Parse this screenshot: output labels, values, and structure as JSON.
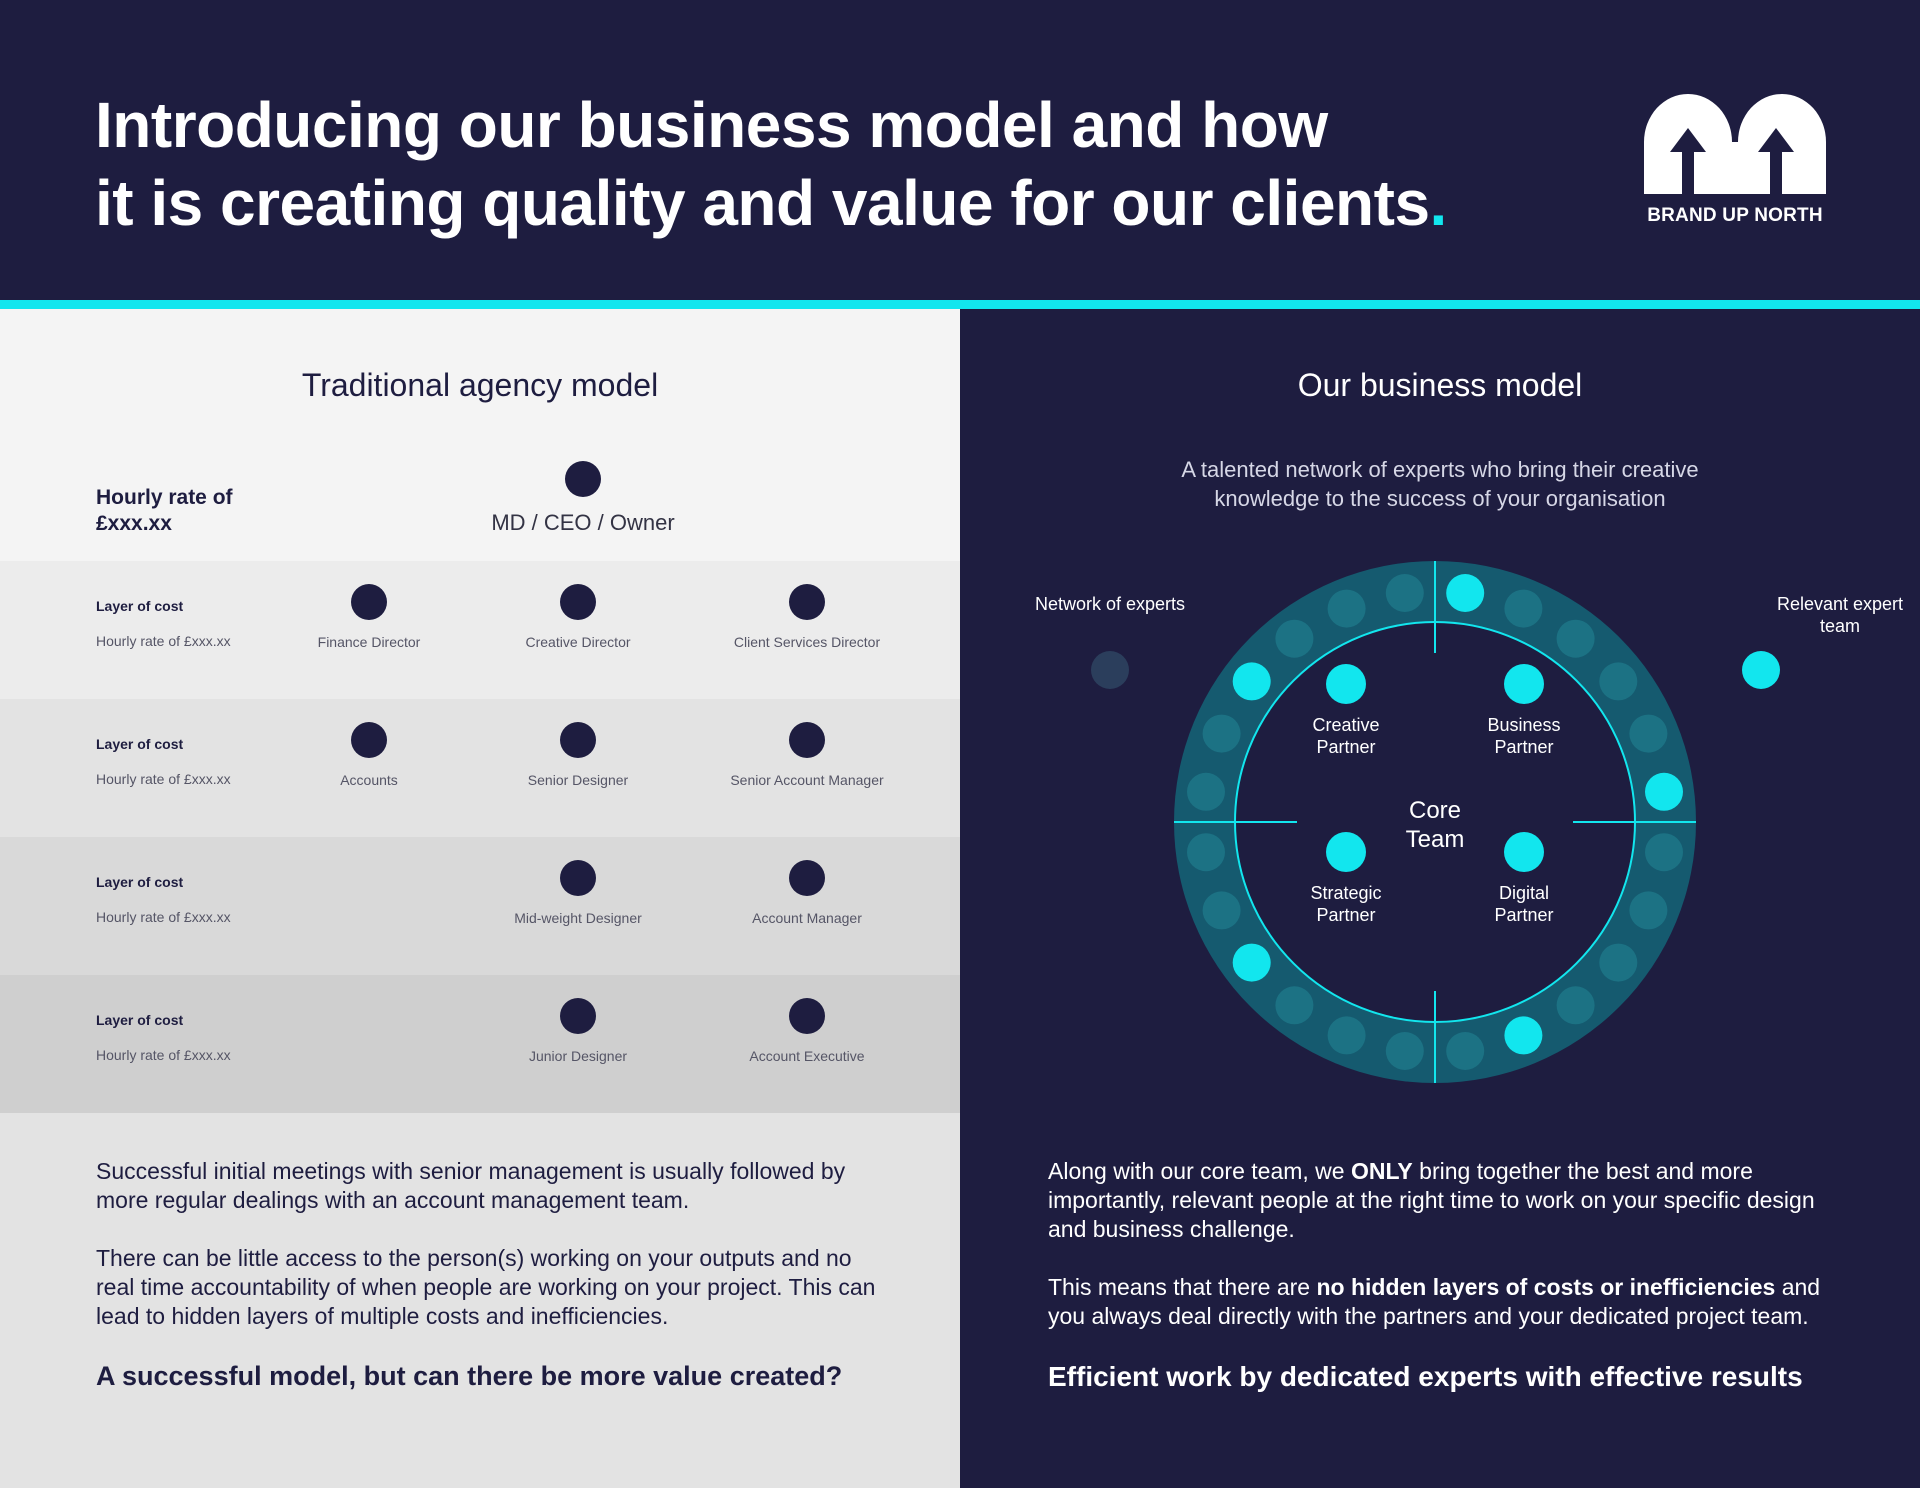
{
  "header": {
    "title_line1": "Introducing our business model and how",
    "title_line2": "it is creating quality and value for our clients",
    "title_dot": ".",
    "logo_text": "BRAND UP NORTH",
    "accent_color": "#12e6ee",
    "background_color": "#1e1d40"
  },
  "traditional": {
    "heading": "Traditional agency model",
    "top": {
      "hourly": "Hourly rate of £xxx.xx",
      "role": "MD / CEO / Owner"
    },
    "layer_label": "Layer of cost",
    "hourly_label": "Hourly rate of £xxx.xx",
    "layers": [
      {
        "roles": [
          "Finance Director",
          "Creative Director",
          "Client Services Director"
        ]
      },
      {
        "roles": [
          "Accounts",
          "Senior Designer",
          "Senior Account Manager"
        ]
      },
      {
        "roles": [
          "",
          "Mid-weight Designer",
          "Account Manager"
        ]
      },
      {
        "roles": [
          "",
          "Junior Designer",
          "Account Executive"
        ]
      }
    ],
    "para1": "Successful initial meetings with senior management is usually followed by more regular dealings with an account management team.",
    "para2": "There can be little access to the person(s) working on your outputs and no real time accountability of when people are working on your project. This can lead to hidden layers of multiple costs and inefficiencies.",
    "question": "A successful model, but can there be more value created?"
  },
  "ours": {
    "heading": "Our business model",
    "subtitle": "A talented network of experts who bring their creative knowledge to the success of your organisation",
    "network_label": "Network of experts",
    "relevant_label": "Relevant expert team",
    "core_label": "Core Team",
    "partners": [
      "Creative Partner",
      "Business Partner",
      "Strategic Partner",
      "Digital Partner"
    ],
    "para1_a": "Along with our core team, we ",
    "para1_b": "ONLY",
    "para1_c": " bring together the best and more importantly, relevant people at the right time to work on your specific design and business challenge.",
    "para2_a": "This means that there are ",
    "para2_b": "no hidden layers of costs or inefficiencies",
    "para2_c": " and you always deal directly with the partners and your dedicated project team.",
    "closing": "Efficient work by dedicated experts with effective results",
    "colors": {
      "ring": "#155a6f",
      "ring_dot": "#1c7284",
      "network_dot": "#2b3e5c",
      "highlight": "#12e6ee"
    }
  }
}
